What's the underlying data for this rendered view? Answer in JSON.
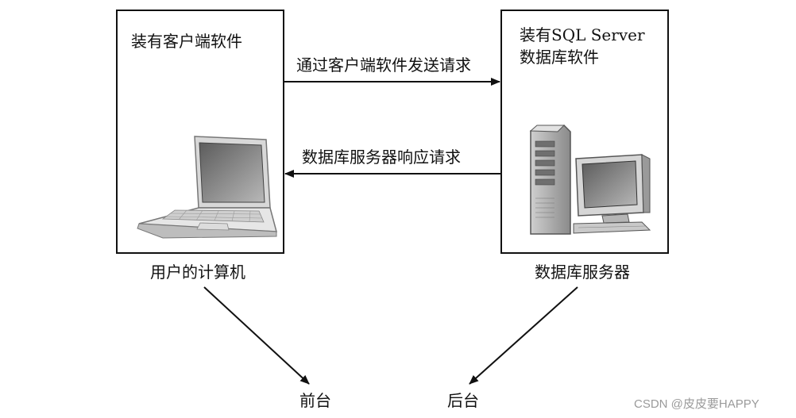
{
  "client_box": {
    "text": "装有客户端软件"
  },
  "server_box": {
    "line1": "装有SQL Server",
    "line2": "数据库软件"
  },
  "arrows": {
    "request": "通过客户端软件发送请求",
    "response": "数据库服务器响应请求"
  },
  "labels": {
    "client": "用户的计算机",
    "server": "数据库服务器",
    "frontend": "前台",
    "backend": "后台"
  },
  "images": {
    "client": "laptop-icon",
    "server": "server-computer-icon"
  },
  "watermark": "CSDN @皮皮要HAPPY"
}
